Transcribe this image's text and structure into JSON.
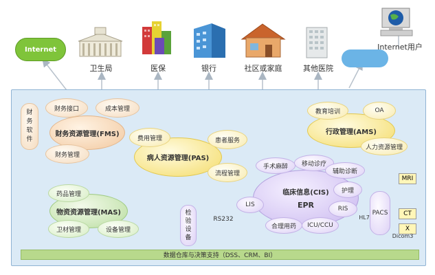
{
  "top": {
    "internet": "Internet",
    "health_bureau": "卫生局",
    "insurance": "医保",
    "bank": "银行",
    "community": "社区或家庭",
    "other_hospital": "其他医院",
    "internet_user": "Internet用户"
  },
  "fms": {
    "title": "财务资源管理(FMS)",
    "interface": "财务接口",
    "cost": "成本管理",
    "finance": "财务管理",
    "software": "财\n务\n软\n件"
  },
  "pas": {
    "title": "病人资源管理(PAS)",
    "fee": "费用管理",
    "patient_service": "患者服务",
    "process": "流程管理"
  },
  "ams": {
    "title": "行政管理(AMS)",
    "training": "教育培训",
    "oa": "OA",
    "hr": "人力资源管理"
  },
  "mas": {
    "title": "物资资源管理(MAS)",
    "drug": "药品管理",
    "health_material": "卫材管理",
    "equipment": "设备管理"
  },
  "cis": {
    "title": "临床信息(CIS)",
    "epr": "EPR",
    "anesthesia": "手术麻醉",
    "mobile": "移动诊疗",
    "aux": "辅助诊断",
    "nursing": "护理",
    "ris": "RIS",
    "lis": "LIS",
    "medication": "合理用药",
    "icu": "ICU/CCU"
  },
  "lab": {
    "device": "检\n验\n设\n备",
    "rs232": "RS232"
  },
  "pacs": {
    "label": "PACS",
    "hl7": "HL7",
    "mri": "MRI",
    "ct": "CT",
    "x": "X",
    "dicom": "Dicom3"
  },
  "footer": "数据仓库与决策支持（DSS、CRM、BI）",
  "colors": {
    "panel": "#dbeaf6",
    "panel_border": "#8fb3d3",
    "footer_bar": "#b8d98c"
  }
}
